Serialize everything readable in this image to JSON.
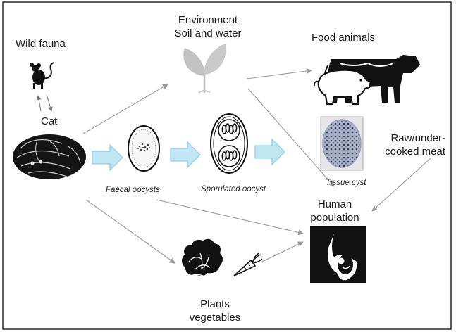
{
  "labels": {
    "wild_fauna": "Wild fauna",
    "cat": "Cat",
    "environment": "Environment",
    "soil_water": "Soil and water",
    "food_animals": "Food animals",
    "raw_meat_1": "Raw/under-",
    "raw_meat_2": "cooked meat",
    "tissue_cyst": "Tissue cyst",
    "faecal_oocysts": "Faecal oocysts",
    "sporulated_oocyst": "Sporulated oocyst",
    "human_1": "Human",
    "human_2": "population",
    "plants_1": "Plants",
    "plants_2": "vegetables"
  },
  "colors": {
    "frame": "#2a2a2a",
    "arrow": "#9a9a9a",
    "block_arrow_fill": "#bfe6f2",
    "block_arrow_stroke": "#8fcde3",
    "silhouette": "#111111",
    "plant": "#c2c2c2"
  },
  "icons": [
    "mouse-icon",
    "cat-icon",
    "plant-sprout-icon",
    "cow-icon",
    "pig-icon",
    "tissue-cyst-image",
    "oocyst-icon",
    "sporulated-oocyst-icon",
    "pregnant-woman-icon",
    "lettuce-icon",
    "carrot-icon"
  ]
}
